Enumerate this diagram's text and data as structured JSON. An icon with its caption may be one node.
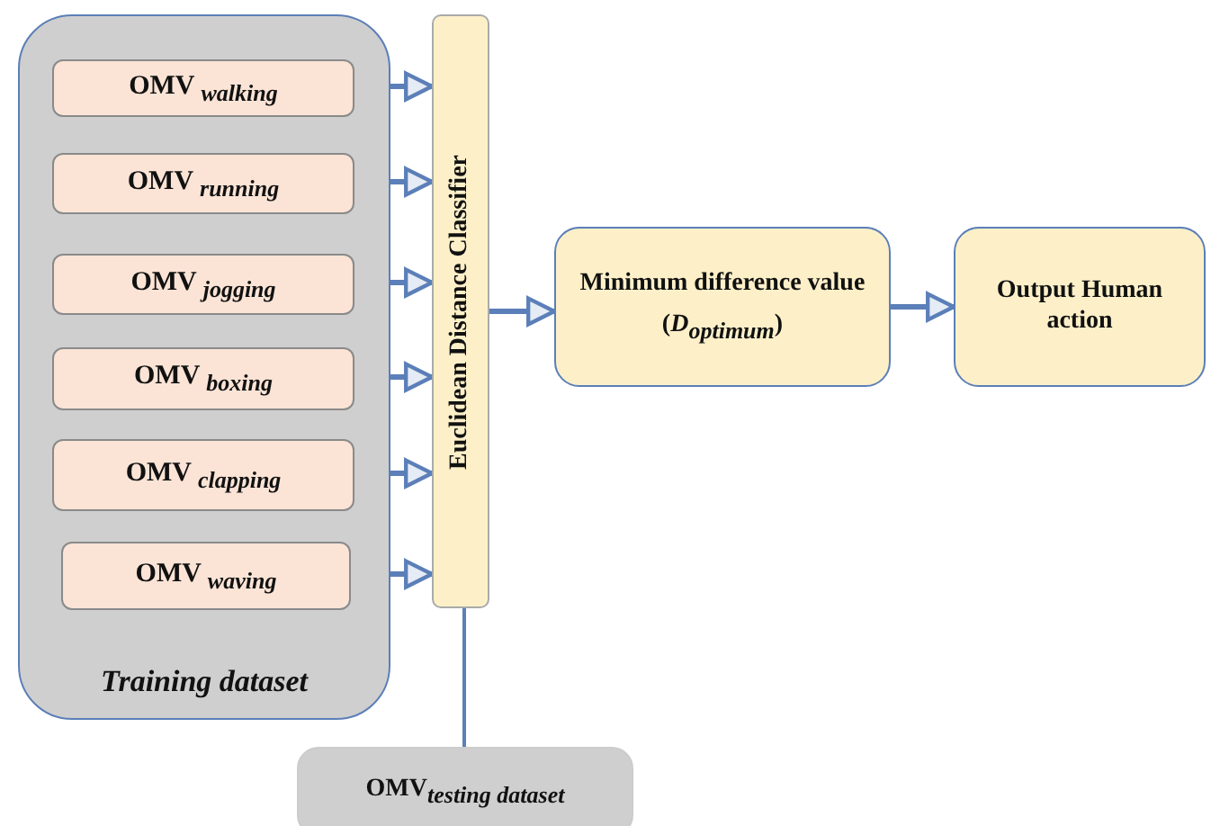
{
  "diagram": {
    "nodes": [
      {
        "text": [
          "Training dataset"
        ]
      },
      {
        "text": [
          "OMV $_{walking}$"
        ],
        "in": 0
      },
      {
        "text": [
          "OMV $_{running}$"
        ],
        "in": 0
      },
      {
        "text": [
          "OMV $_{jogging}$"
        ],
        "in": 0
      },
      {
        "text": [
          "OMV $_{boxing}$"
        ],
        "in": 0
      },
      {
        "text": [
          "OMV $_{clapping}$"
        ],
        "in": 0
      },
      {
        "text": [
          "OMV $_{waving}$"
        ],
        "in": 0
      },
      {
        "text": [
          "Euclidean Distance Classifier"
        ]
      },
      {
        "text": [
          "Minimum difference value",
          "(*D*$_{optimum}$)"
        ]
      },
      {
        "text": [
          "Output Human action"
        ]
      },
      {
        "text": [
          "OMV$_{testing dataset}$"
        ]
      }
    ],
    "edges": [
      {
        "from": 1,
        "to": 7,
        "arrow": "to"
      },
      {
        "from": 2,
        "to": 7,
        "arrow": "to"
      },
      {
        "from": 3,
        "to": 7,
        "arrow": "to"
      },
      {
        "from": 4,
        "to": 7,
        "arrow": "to"
      },
      {
        "from": 5,
        "to": 7,
        "arrow": "to"
      },
      {
        "from": 6,
        "to": 7,
        "arrow": "to"
      },
      {
        "from": 7,
        "to": 8,
        "arrow": "to"
      },
      {
        "from": 8,
        "to": 9,
        "arrow": "to"
      },
      {
        "from": 10,
        "to": 7,
        "arrow": "none"
      }
    ]
  }
}
